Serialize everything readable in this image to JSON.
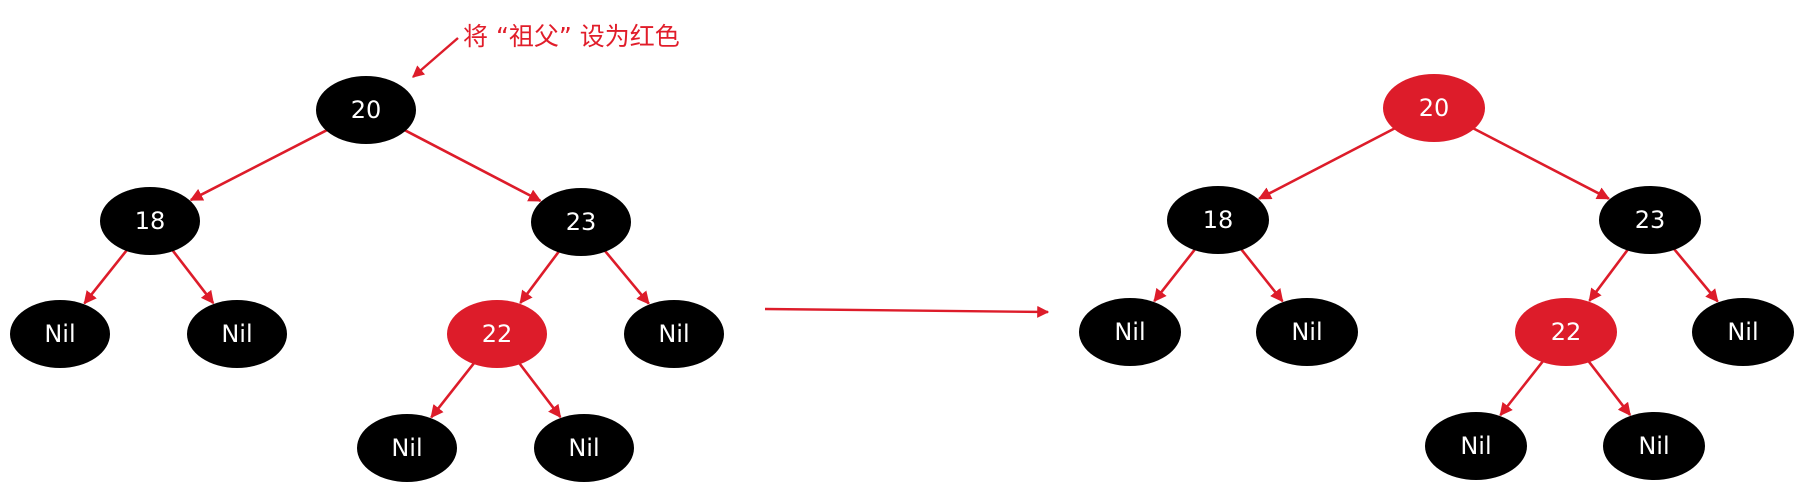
{
  "colors": {
    "black": "#000000",
    "red": "#dd1c2a",
    "edge": "#dd1c2a",
    "label": "#ffffff"
  },
  "annotation": {
    "text": "将 “祖父” 设为红色"
  },
  "before": {
    "nodes": [
      {
        "id": "n20",
        "label": "20",
        "color": "black"
      },
      {
        "id": "n18",
        "label": "18",
        "color": "black"
      },
      {
        "id": "n23",
        "label": "23",
        "color": "black"
      },
      {
        "id": "nil18a",
        "label": "Nil",
        "color": "black"
      },
      {
        "id": "nil18b",
        "label": "Nil",
        "color": "black"
      },
      {
        "id": "n22",
        "label": "22",
        "color": "red"
      },
      {
        "id": "nil23",
        "label": "Nil",
        "color": "black"
      },
      {
        "id": "nil22a",
        "label": "Nil",
        "color": "black"
      },
      {
        "id": "nil22b",
        "label": "Nil",
        "color": "black"
      }
    ]
  },
  "after": {
    "nodes": [
      {
        "id": "n20",
        "label": "20",
        "color": "red"
      },
      {
        "id": "n18",
        "label": "18",
        "color": "black"
      },
      {
        "id": "n23",
        "label": "23",
        "color": "black"
      },
      {
        "id": "nil18a",
        "label": "Nil",
        "color": "black"
      },
      {
        "id": "nil18b",
        "label": "Nil",
        "color": "black"
      },
      {
        "id": "n22",
        "label": "22",
        "color": "red"
      },
      {
        "id": "nil23",
        "label": "Nil",
        "color": "black"
      },
      {
        "id": "nil22a",
        "label": "Nil",
        "color": "black"
      },
      {
        "id": "nil22b",
        "label": "Nil",
        "color": "black"
      }
    ]
  },
  "edges": [
    [
      "n20",
      "n18"
    ],
    [
      "n20",
      "n23"
    ],
    [
      "n18",
      "nil18a"
    ],
    [
      "n18",
      "nil18b"
    ],
    [
      "n23",
      "n22"
    ],
    [
      "n23",
      "nil23"
    ],
    [
      "n22",
      "nil22a"
    ],
    [
      "n22",
      "nil22b"
    ]
  ]
}
